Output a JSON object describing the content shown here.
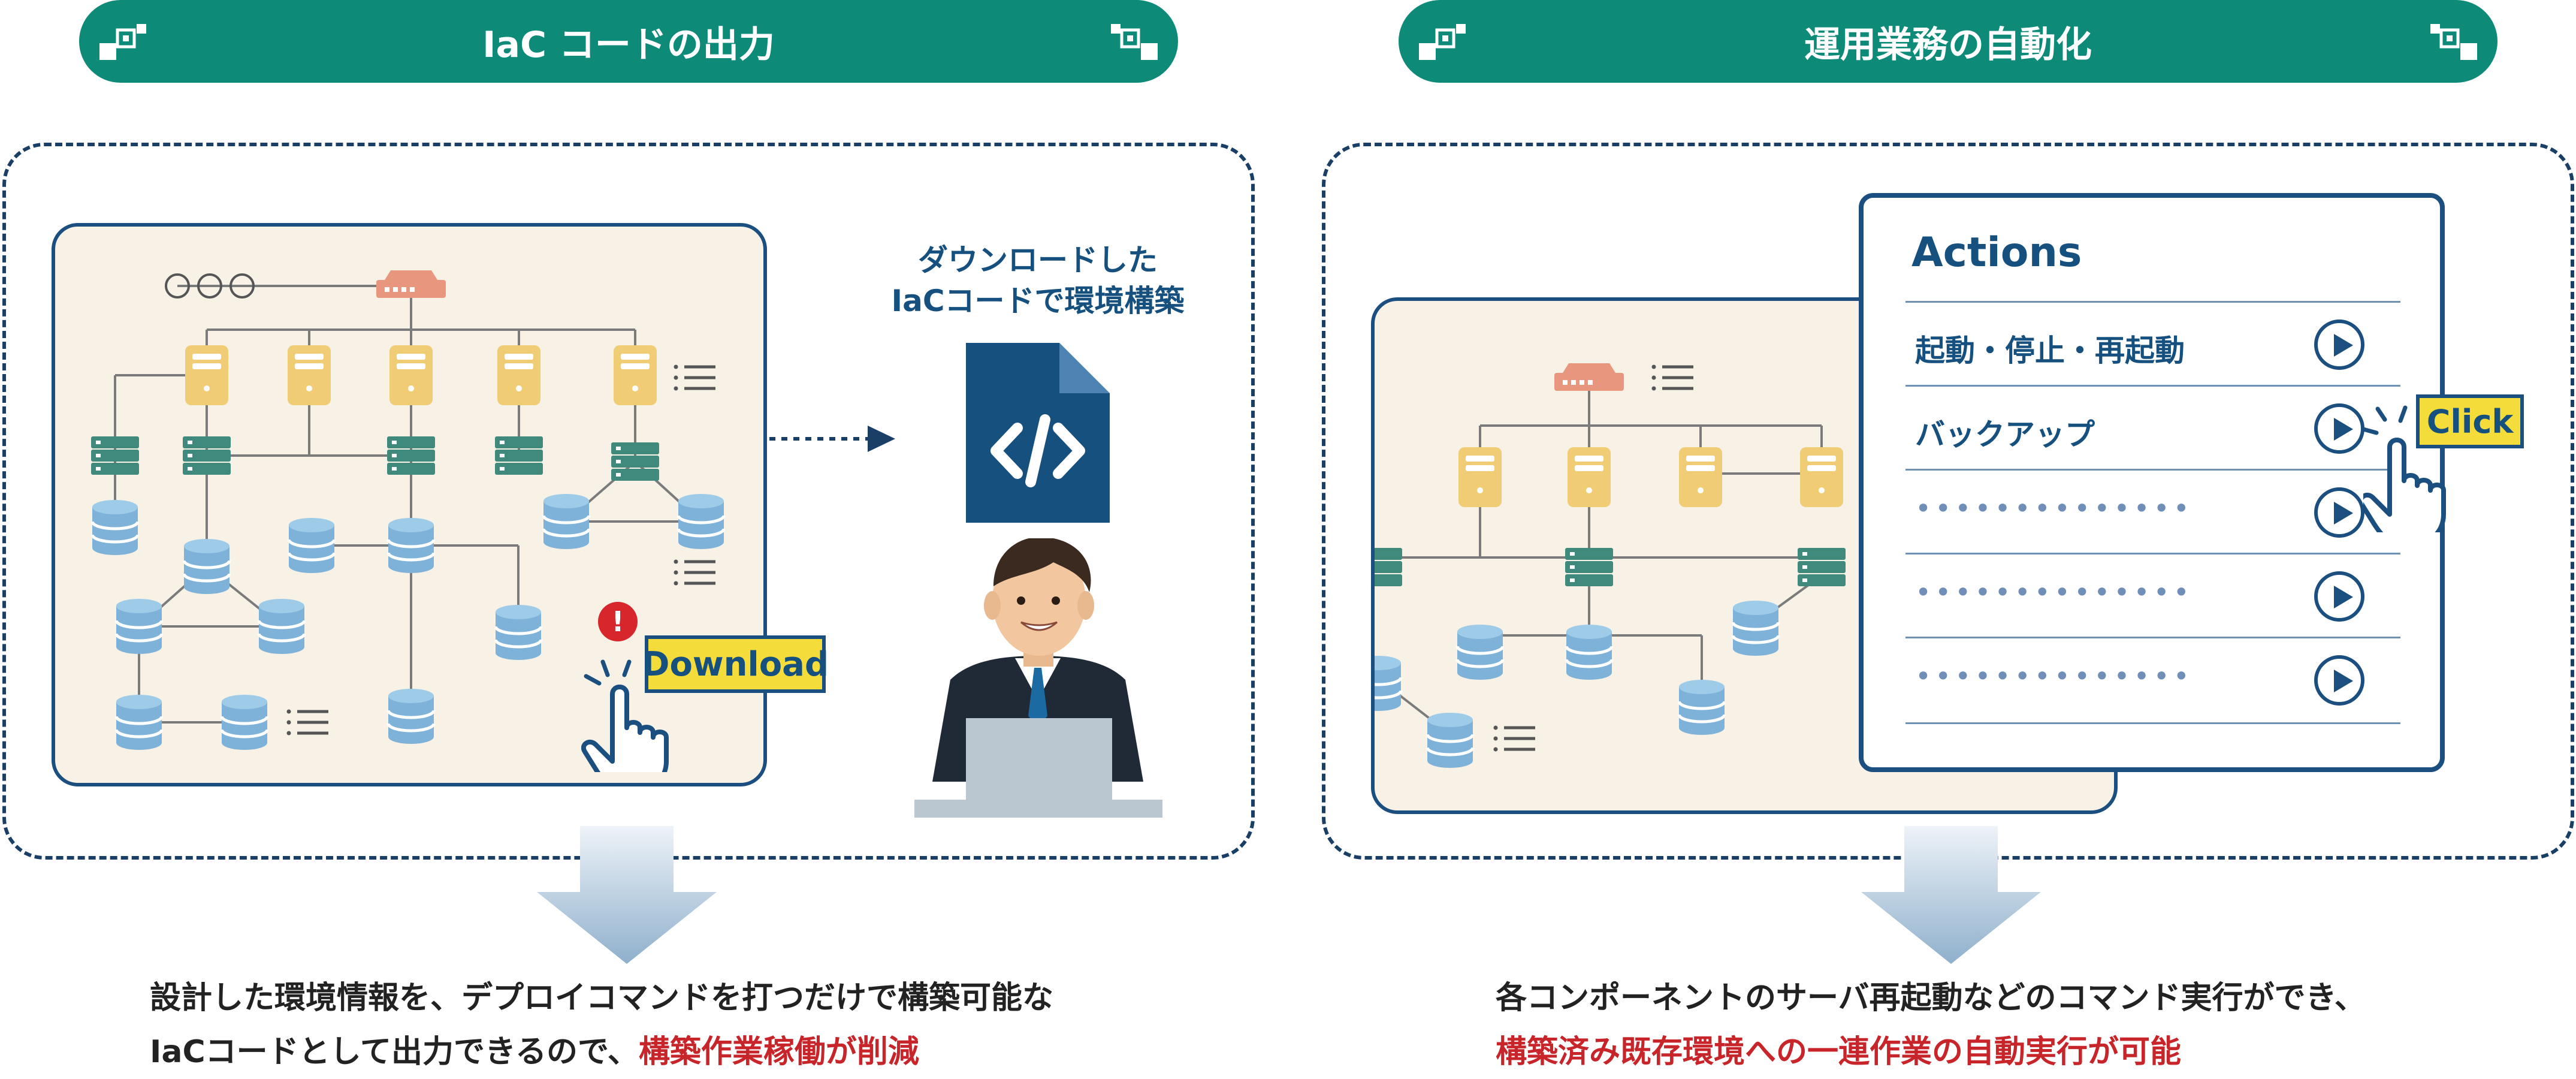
{
  "left_section": {
    "title": "IaC コードの出力",
    "doc_caption_line1": "ダウンロードした",
    "doc_caption_line2": "IaCコードで環境構築",
    "download_label": "Download",
    "alert_mark": "!",
    "caption_line1": "設計した環境情報を、デプロイコマンドを打つだけで構築可能な",
    "caption_line2_plain": "IaCコードとして出力できるので、",
    "caption_line2_emphasis": "構築作業稼働が削減"
  },
  "right_section": {
    "title": "運用業務の自動化",
    "actions_title": "Actions",
    "actions": [
      {
        "label": "起動・停止・再起動"
      },
      {
        "label": "バックアップ"
      },
      {
        "label": "••••••••••••••"
      },
      {
        "label": "••••••••••••••"
      },
      {
        "label": "••••••••••••••"
      }
    ],
    "click_label": "Click",
    "caption_line1": "各コンポーネントのサーバ再起動などのコマンド実行ができ、",
    "caption_line2_emphasis": "構築済み既存環境への一連作業の自動実行が可能"
  },
  "colors": {
    "header_green": "#0e8a78",
    "navy": "#1a4f80",
    "server_yellow": "#f0cd74",
    "switch_green": "#3f8a7c",
    "db_blue": "#7fb2d9",
    "router_salmon": "#e9967f",
    "card_bg": "#f7f1e6",
    "highlight_yellow": "#f4dc3a",
    "emphasis_red": "#c8252b"
  }
}
